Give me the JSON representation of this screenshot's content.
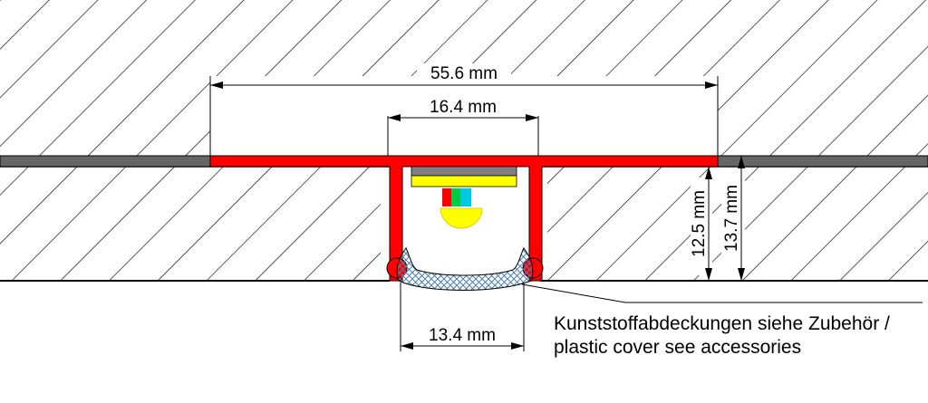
{
  "dimensions": {
    "total_width": "55.6 mm",
    "channel_width": "16.4 mm",
    "cover_width": "13.4 mm",
    "inner_depth": "12.5 mm",
    "total_depth": "13.7 mm"
  },
  "note": {
    "line1": "Kunststoffabdeckungen siehe Zubehör /",
    "line2": "plastic cover see accessories"
  },
  "colors": {
    "profile": "#ff0000",
    "wall_band": "#666666",
    "led_strip": "#ffff00",
    "led_base": "#808080",
    "cover_hatch": "#9fc5e8",
    "outline": "#000000"
  }
}
